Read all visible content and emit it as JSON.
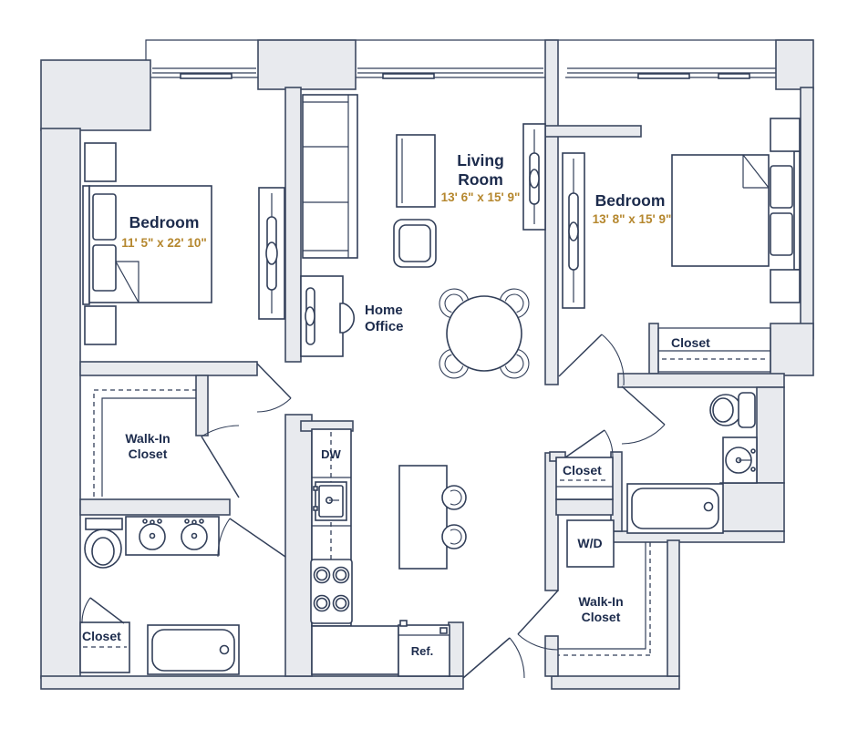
{
  "floorplan": {
    "rooms": {
      "bedroom_left": {
        "name": "Bedroom",
        "dims": "11' 5\" x 22' 10\""
      },
      "living_room": {
        "line1": "Living",
        "line2": "Room",
        "dims": "13' 6\" x 15' 9\""
      },
      "bedroom_right": {
        "name": "Bedroom",
        "dims": "13' 8\" x 15' 9\""
      },
      "home_office": {
        "line1": "Home",
        "line2": "Office"
      },
      "walk_in_closet_left": {
        "line1": "Walk-In",
        "line2": "Closet"
      },
      "walk_in_closet_right": {
        "line1": "Walk-In",
        "line2": "Closet"
      },
      "closet_bedroom_right": {
        "name": "Closet"
      },
      "closet_hall": {
        "name": "Closet"
      },
      "closet_bathroom": {
        "name": "Closet"
      }
    },
    "appliances": {
      "dishwasher": "DW",
      "washer_dryer": "W/D",
      "refrigerator": "Ref."
    },
    "colors": {
      "wall_fill": "#e8eaee",
      "line": "#3d4961",
      "room_name": "#1c2b4c",
      "dimension": "#b5872e"
    }
  }
}
